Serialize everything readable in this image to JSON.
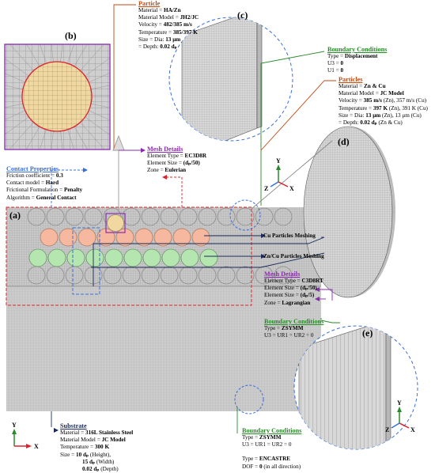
{
  "labels": {
    "a": "(a)",
    "b": "(b)",
    "c": "(c)",
    "d": "(d)",
    "e": "(e)"
  },
  "particle_b": {
    "title": "Particle",
    "lines": [
      {
        "k": "Material = ",
        "v": "HA/Zn",
        "s": ""
      },
      {
        "k": "Material Model = ",
        "v": "JH2/JC",
        "s": ""
      },
      {
        "k": "Velocity = ",
        "v": "482/385 m/s",
        "s": ""
      },
      {
        "k": "Temperature = ",
        "v": "385/397 K",
        "s": ""
      },
      {
        "k": "Size = Dia: ",
        "v": "13 μm",
        "s": ""
      },
      {
        "k": "= Depth: ",
        "v": "0.02 dₚ",
        "s": ""
      }
    ]
  },
  "bc_displacement": {
    "title": "Boundary Conditions",
    "lines": [
      {
        "k": "Type = ",
        "v": "Displacement",
        "s": ""
      },
      {
        "k": "U3 = ",
        "v": "0",
        "s": ""
      },
      {
        "k": "U1 = ",
        "v": "0",
        "s": ""
      }
    ]
  },
  "particles_d": {
    "title": "Particles",
    "lines": [
      {
        "k": "Material = ",
        "v": "Zn & Cu",
        "s": ""
      },
      {
        "k": "Material Model = ",
        "v": "JC Model",
        "s": ""
      },
      {
        "k": "Velocity = ",
        "v": "385 m/s",
        "s": " (Zn), 357 m/s (Cu)"
      },
      {
        "k": "Temperature = ",
        "v": "397 K",
        "s": " (Zn), 391 K (Cu)"
      },
      {
        "k": "Size = Dia: ",
        "v": "13 μm",
        "s": " (Zn), 13 μm (Cu)"
      },
      {
        "k": "= Depth: ",
        "v": "0.02 dₚ",
        "s": " (Zn & Cu)"
      }
    ]
  },
  "mesh_euler": {
    "title": "Mesh Details",
    "lines": [
      {
        "k": "Element Type = ",
        "v": "EC3D8R",
        "s": ""
      },
      {
        "k": "Element Size = ",
        "v": "(dₚ/50)",
        "s": ""
      },
      {
        "k": "Zone = ",
        "v": "Eulerian",
        "s": ""
      }
    ]
  },
  "contact": {
    "title": "Contact Properties",
    "lines": [
      {
        "k": "Friction coefficient = ",
        "v": "0.3",
        "s": ""
      },
      {
        "k": "Contact model = ",
        "v": "Hard",
        "s": ""
      },
      {
        "k": "Frictional Formulation = ",
        "v": "Penalty",
        "s": ""
      },
      {
        "k": "Algorithm = ",
        "v": "General Contact",
        "s": ""
      }
    ]
  },
  "meshing_labels": {
    "cu": "Cu Particles Meshing",
    "zncu": "Zn/Cu Particles Meshing"
  },
  "mesh_lagrange": {
    "title": "Mesh Details",
    "lines": [
      {
        "k": "Element Type = ",
        "v": "C3D8RT",
        "s": ""
      },
      {
        "k": "Element Size = ",
        "v": "(dₚ/50)",
        "s": ""
      },
      {
        "k": "Element Size = ",
        "v": "(dₚ/5)",
        "s": ""
      },
      {
        "k": "Zone = ",
        "v": "Lagrangian",
        "s": ""
      }
    ]
  },
  "bc_zsymm": {
    "title": "Boundary Conditions",
    "lines": [
      {
        "k": "Type = ",
        "v": "ZSYMM",
        "s": ""
      },
      {
        "k": "U3 = UR1 = UR2 = 0",
        "v": "",
        "s": ""
      }
    ]
  },
  "substrate": {
    "title": "Substrate",
    "lines": [
      {
        "k": "Material = ",
        "v": "316L Stainless Steel",
        "s": ""
      },
      {
        "k": "Material Model = ",
        "v": "JC Model",
        "s": ""
      },
      {
        "k": "Temperature = ",
        "v": "300 K",
        "s": ""
      },
      {
        "k": "Size = ",
        "v": "10 dₚ",
        "s": " (Height),"
      },
      {
        "k": "",
        "v": "15 dₚ",
        "s": " (Width)"
      },
      {
        "k": "",
        "v": "0.02 dₚ",
        "s": " (Depth)"
      }
    ]
  },
  "bc_bottom": {
    "title": "Boundary Conditions",
    "lines": [
      {
        "k": "Type = ",
        "v": "ZSYMM",
        "s": ""
      },
      {
        "k": "U3 = UR1 = UR2 = 0",
        "v": "",
        "s": ""
      },
      {
        "k": "",
        "v": "",
        "s": ""
      },
      {
        "k": "Type = ",
        "v": "ENCASTRE",
        "s": ""
      },
      {
        "k": "DOF = ",
        "v": "0",
        "s": " (in all direction)"
      }
    ]
  },
  "axes": {
    "x": "X",
    "y": "Y",
    "z": "Z"
  },
  "colors": {
    "zn": "#f7b8a0",
    "cu": "#b5e6b0",
    "ha": "#f0d8a0",
    "red": "#e0202a",
    "blue": "#3a6fd8",
    "green": "#2a8a2a",
    "orange": "#c04a10",
    "purple": "#8a2ab0"
  }
}
